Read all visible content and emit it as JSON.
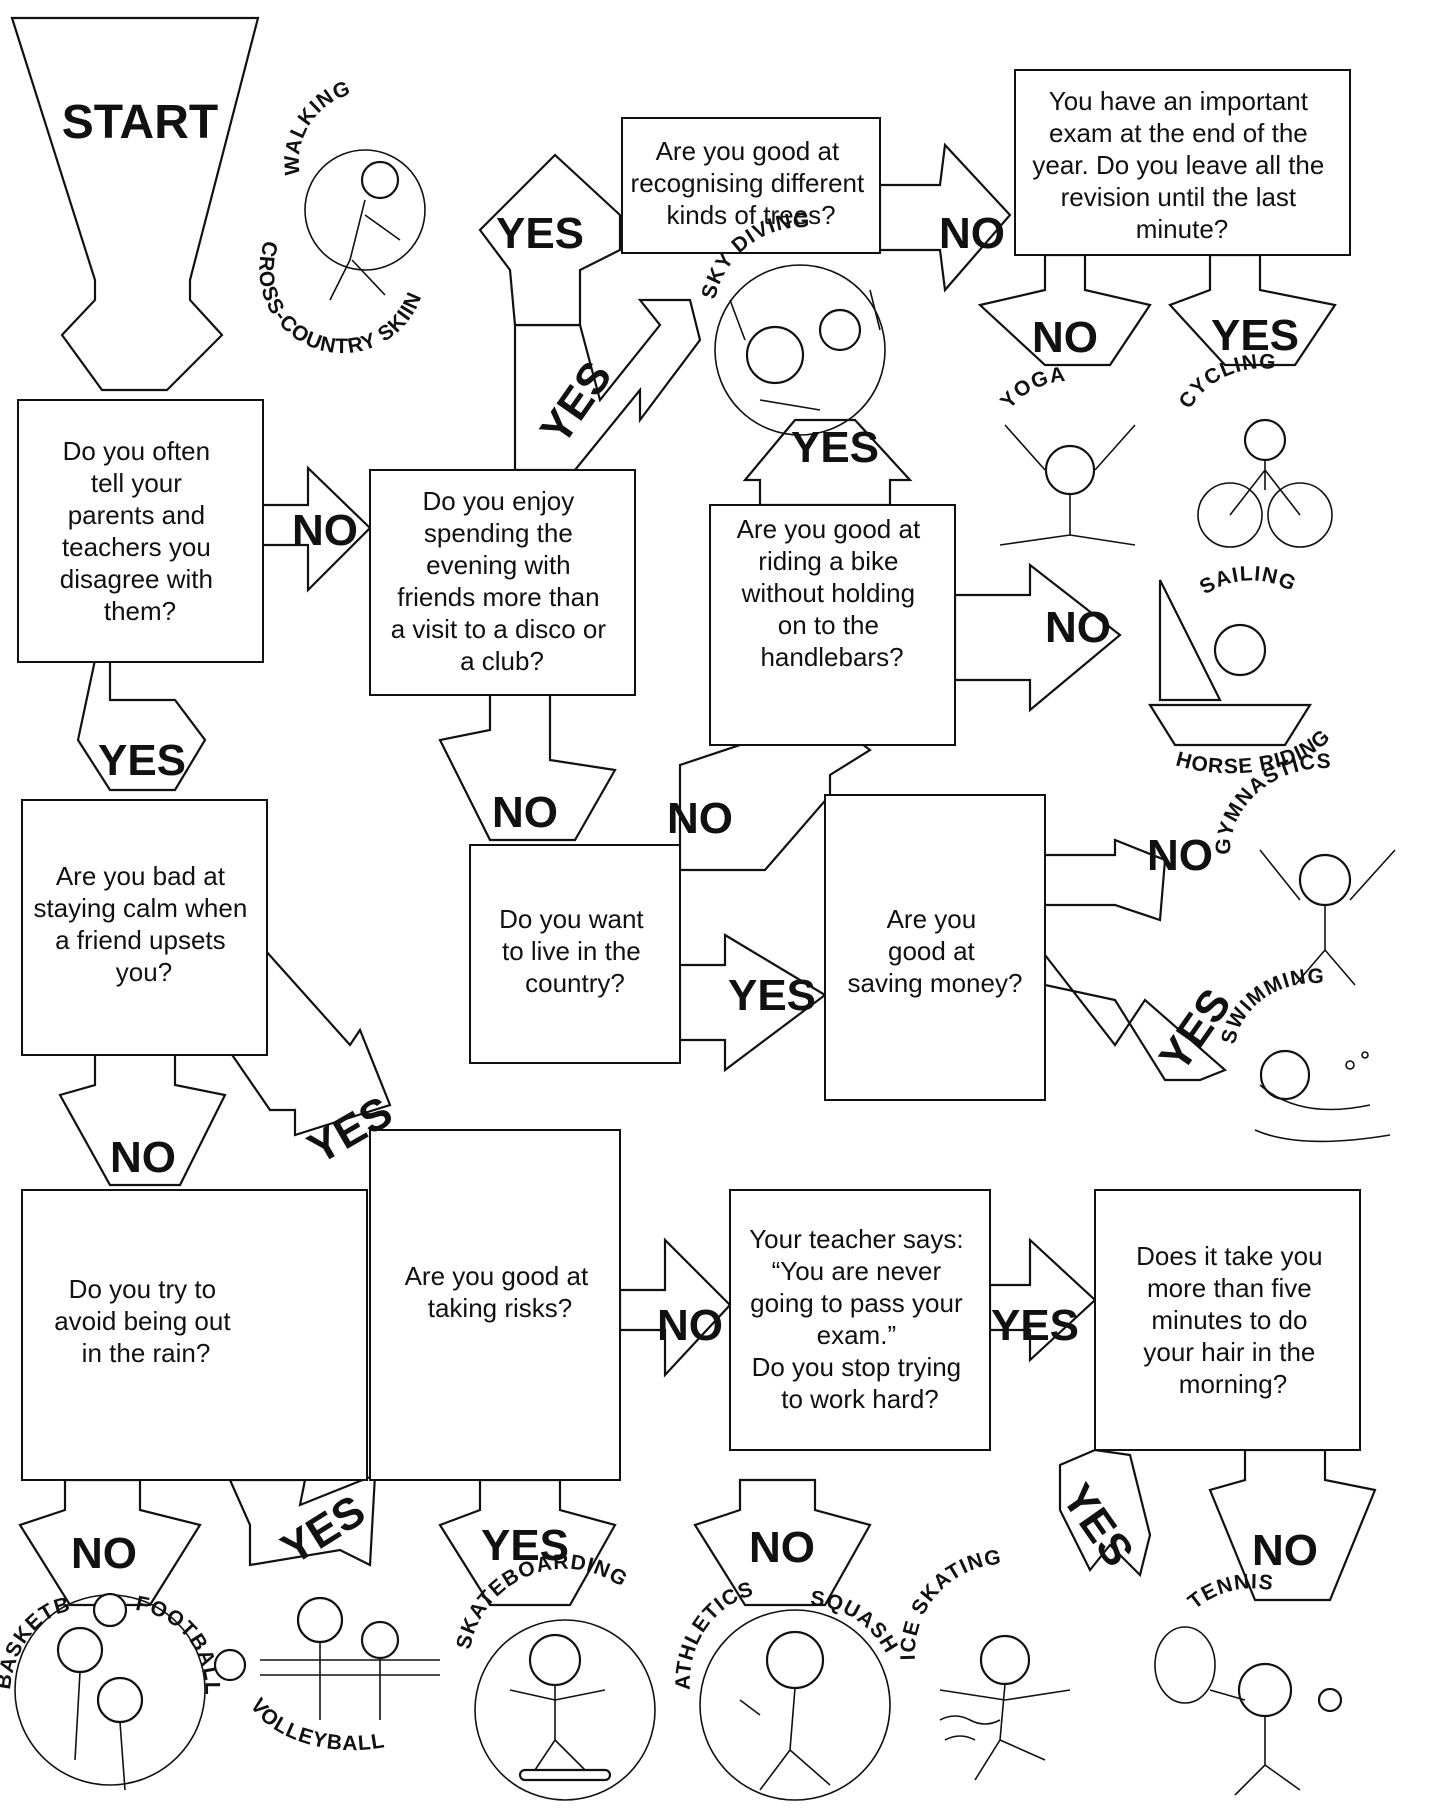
{
  "start_label": "START",
  "questions": {
    "q1": [
      "Do you often",
      "tell your",
      "parents and",
      "teachers you",
      "disagree with",
      "them?"
    ],
    "q2": [
      "Do you enjoy",
      "spending the",
      "evening with",
      "friends more than",
      "a visit to a disco or",
      "a club?"
    ],
    "q3": [
      "Are you good at",
      "recognising different",
      "kinds of trees?"
    ],
    "q4": [
      "You have an important",
      "exam at the end of the",
      "year. Do you leave all the",
      "revision until the last",
      "minute?"
    ],
    "q5": [
      "Are you good at",
      "riding a bike",
      "without holding",
      "on to the",
      "handlebars?"
    ],
    "q6": [
      "Are you bad at",
      "staying calm when",
      "a friend upsets",
      "you?"
    ],
    "q7": [
      "Do you want",
      "to live in the",
      "country?"
    ],
    "q8": [
      "Are you",
      "good at",
      "saving money?"
    ],
    "q9": [
      "Do you try to",
      "avoid being out",
      "in the rain?"
    ],
    "q10": [
      "Are you good at",
      "taking risks?"
    ],
    "q11": [
      "Your teacher says:",
      "“You are never",
      "going to pass your",
      "exam.”",
      "Do you stop trying",
      "to work hard?"
    ],
    "q12": [
      "Does it take you",
      "more than five",
      "minutes to do",
      "your hair in the",
      "morning?"
    ]
  },
  "labels": {
    "yes": "YES",
    "no": "NO"
  },
  "sports": {
    "walking": "WALKING",
    "cross_country_skiing": "CROSS-COUNTRY SKIING",
    "sky_diving": "SKY DIVING",
    "yoga": "YOGA",
    "cycling": "CYCLING",
    "sailing": "SAILING",
    "horse_riding": "HORSE RIDING",
    "gymnastics": "GYMNASTICS",
    "swimming": "SWIMMING",
    "basketball": "BASKETBALL",
    "football": "FOOTBALL",
    "volleyball": "VOLLEYBALL",
    "skateboarding": "SKATEBOARDING",
    "athletics": "ATHLETICS",
    "squash": "SQUASH",
    "ice_skating": "ICE SKATING",
    "tennis": "TENNIS"
  }
}
